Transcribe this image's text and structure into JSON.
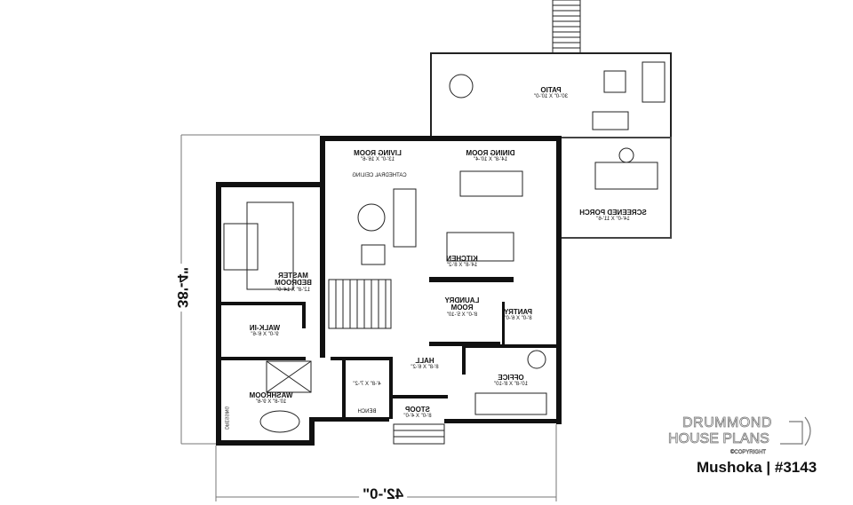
{
  "plan": {
    "rooms": [
      {
        "name": "PATIO",
        "dims": "30'-0\" X 10'-0\""
      },
      {
        "name": "LIVING ROOM",
        "dims": "13'-0\" X 16'-6\""
      },
      {
        "name": "DINING ROOM",
        "dims": "14'-8\" X 10'-4\""
      },
      {
        "name": "SCREENED PORCH",
        "dims": "14'-0\" X 11'-6\""
      },
      {
        "name": "KITCHEN",
        "dims": "14'-8\" X 8'-2\""
      },
      {
        "name": "MASTER BEDROOM",
        "dims": "12'-8\" X 14'-0\""
      },
      {
        "name": "LAUNDRY ROOM",
        "dims": "8'-0\" X 5'-10\""
      },
      {
        "name": "PANTRY",
        "dims": "8'-0\" X 6'-0\""
      },
      {
        "name": "WALK-IN",
        "dims": "9'-0\" X 6'-6\""
      },
      {
        "name": "HALL",
        "dims": "8'-8\" X 6'-2\""
      },
      {
        "name": "OFFICE",
        "dims": "10'-8\" X 8'-10\""
      },
      {
        "name": "WASHROOM",
        "dims": "10'-8\" X 9'-6\""
      },
      {
        "name": "",
        "dims": "4'-8\" X 7'-2\""
      },
      {
        "name": "STOOP",
        "dims": "8'-0\" X 4'-0\""
      }
    ],
    "notes": {
      "cathedral": "CATHEDRAL CEILING",
      "bench": "BENCH",
      "dressing": "DRESSING"
    },
    "dimensions": {
      "width": "42'-0\"",
      "depth": "38'-4\""
    }
  },
  "branding": {
    "line1": "DRUMMOND",
    "line2": "HOUSE PLANS",
    "copyright": "©COPYRIGHT",
    "plan_title": "Mushoka | #3143"
  }
}
